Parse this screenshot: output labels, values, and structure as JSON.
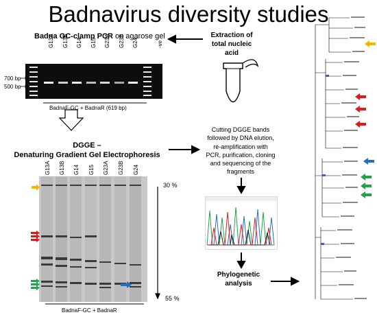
{
  "title": "Badnavirus diversity studies",
  "pcr": {
    "title_bold": "Badna GC-clamp PCR",
    "title_rest": " on agarose gel"
  },
  "extraction": {
    "line1": "Extraction of",
    "line2": "total nucleic acid"
  },
  "gel1": {
    "lanes": [
      "G13A",
      "G13B",
      "G14",
      "G15",
      "G23A",
      "G23B",
      "G24",
      "-ve"
    ],
    "marker_700": "700 bp",
    "marker_500": "500 bp",
    "caption": "BadnaF-GC + BadnaR (619 bp)"
  },
  "dgge": {
    "line1": "DGGE –",
    "line2": "Denaturing Gradient Gel Electrophoresis"
  },
  "gel2": {
    "lanes": [
      "G13A",
      "G13B",
      "G14",
      "G15",
      "G23A",
      "G23B",
      "G24"
    ],
    "top_pct": "30 %",
    "bottom_pct": "55 %",
    "caption": "BadnaF-GC + BadnaR"
  },
  "cutting": {
    "lines": [
      "Cutting DGGE bands",
      "followed by DNA elution,",
      "re-amplification with",
      "PCR, purification, cloning",
      "and sequencing of the",
      "fragments"
    ]
  },
  "phylo": {
    "line1": "Phylogenetic",
    "line2": "analysis"
  },
  "colors": {
    "yellow": "#f5b400",
    "red": "#e0191f",
    "green": "#21a34a",
    "blue": "#1e6fc8",
    "purple": "#6b4aa8"
  }
}
